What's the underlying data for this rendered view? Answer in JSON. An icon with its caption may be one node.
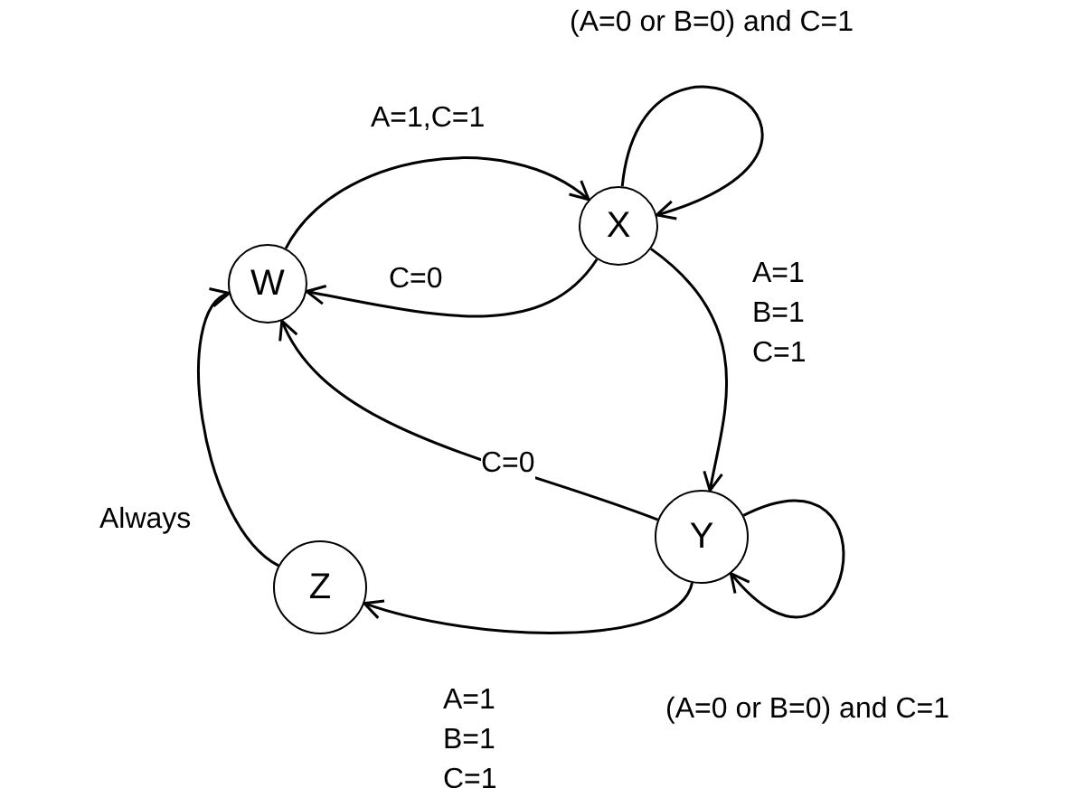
{
  "diagram": {
    "nodes": [
      {
        "text": [
          "W"
        ]
      },
      {
        "text": [
          "X"
        ]
      },
      {
        "text": [
          "Y"
        ]
      },
      {
        "text": [
          "Z"
        ]
      }
    ],
    "edges": [
      {
        "from": 0,
        "to": 1,
        "arrow": "to",
        "label": "A=1,C=1"
      },
      {
        "from": 1,
        "to": 0,
        "arrow": "to",
        "label": "C=0"
      },
      {
        "from": 1,
        "to": 1,
        "arrow": "to",
        "label": "(A=0 or B=0) and C=1"
      },
      {
        "from": 1,
        "to": 2,
        "arrow": "to",
        "label": "A=1 B=1 C=1"
      },
      {
        "from": 2,
        "to": 0,
        "arrow": "to",
        "label": "C=0"
      },
      {
        "from": 2,
        "to": 3,
        "arrow": "to",
        "label": "A=1 B=1 C=1"
      },
      {
        "from": 2,
        "to": 2,
        "arrow": "to",
        "label": "(A=0 or B=0) and C=1"
      },
      {
        "from": 3,
        "to": 0,
        "arrow": "to",
        "label": "Always"
      }
    ]
  }
}
